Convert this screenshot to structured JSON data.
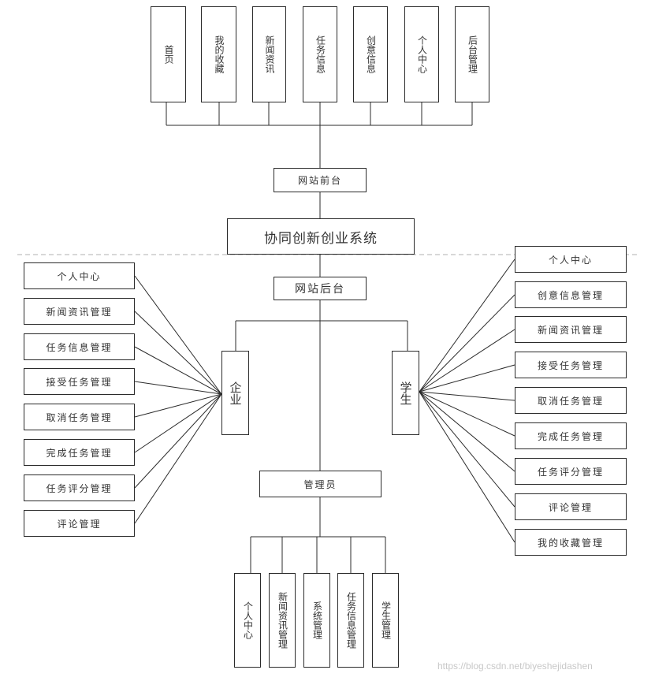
{
  "frontend": {
    "items": [
      "首页",
      "我的收藏",
      "新闻资讯",
      "任务信息",
      "创意信息",
      "个人中心",
      "后台管理"
    ],
    "label": "网站前台"
  },
  "system_title": "协同创新创业系统",
  "backend_label": "网站后台",
  "enterprise": {
    "label": "企业",
    "items": [
      "个人中心",
      "新闻资讯管理",
      "任务信息管理",
      "接受任务管理",
      "取消任务管理",
      "完成任务管理",
      "任务评分管理",
      "评论管理"
    ]
  },
  "student": {
    "label": "学生",
    "items": [
      "个人中心",
      "创意信息管理",
      "新闻资讯管理",
      "接受任务管理",
      "取消任务管理",
      "完成任务管理",
      "任务评分管理",
      "评论管理",
      "我的收藏管理"
    ]
  },
  "admin": {
    "label": "管理员",
    "items": [
      "个人中心",
      "新闻资讯管理",
      "系统管理",
      "任务信息管理",
      "学生管理"
    ]
  },
  "watermark": "https://blog.csdn.net/biyeshejidashen",
  "colors": {
    "line": "#2b2b2b",
    "dashed": "#b0b0b0",
    "watermark": "#c8c8c8"
  }
}
